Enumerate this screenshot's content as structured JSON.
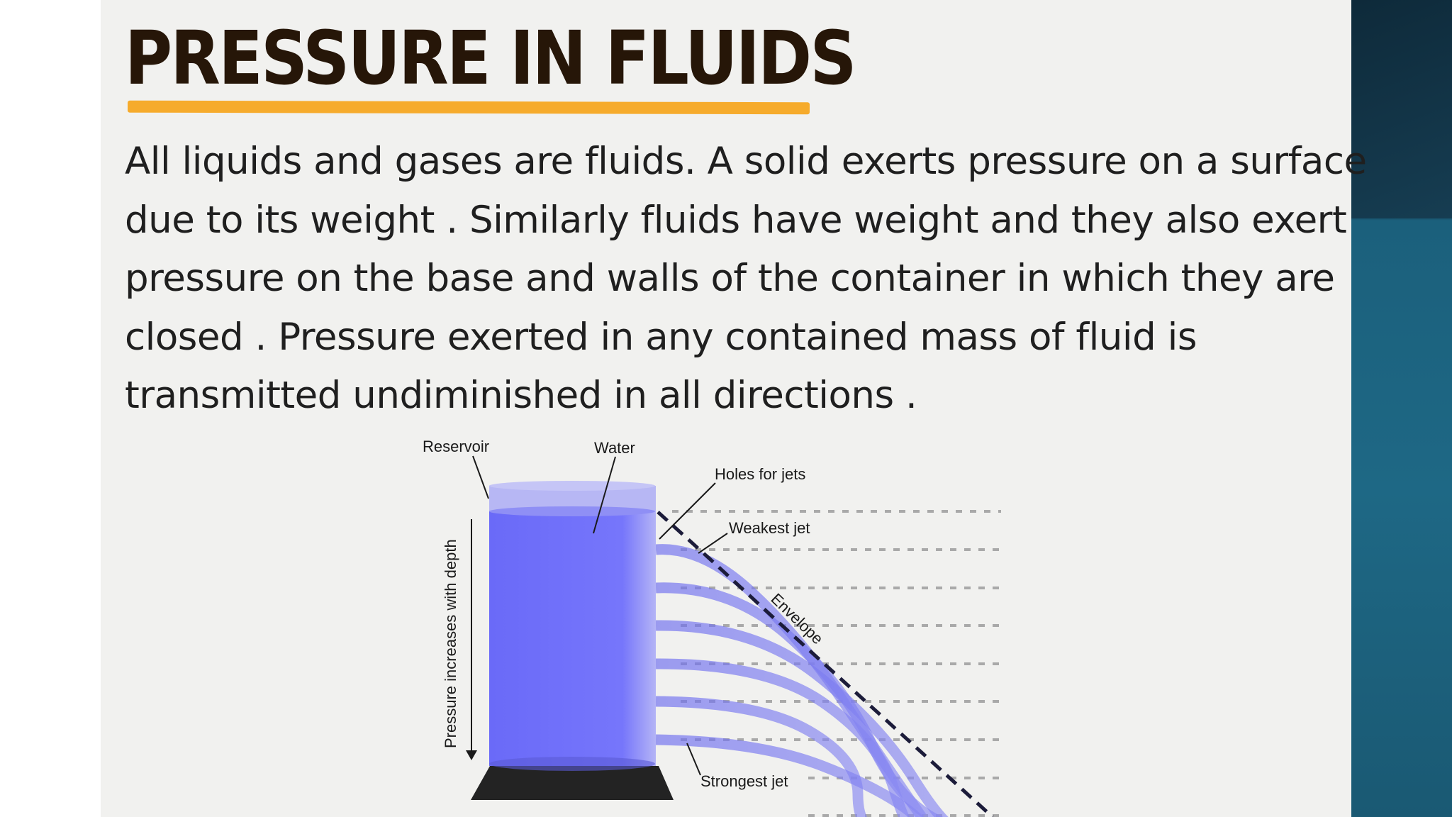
{
  "slide": {
    "title": "PRESSURE IN FLUIDS",
    "paragraph_lines": [
      "All liquids and gases are fluids. A solid exerts pressure on a surface",
      "due to its weight . Similarly fluids have weight and they also exert",
      "pressure on the base and walls of the container in which they are",
      "closed . Pressure exerted in any contained mass of fluid is",
      "transmitted undiminished in all directions ."
    ]
  },
  "diagram": {
    "labels": {
      "reservoir": "Reservoir",
      "water": "Water",
      "holes": "Holes for jets",
      "weakest": "Weakest jet",
      "envelope": "Envelope",
      "strongest": "Strongest jet",
      "pressure_axis": "Pressure increases with depth"
    }
  },
  "colors": {
    "title": "#261608",
    "underline": "#f6ab2c",
    "water": "#7373fb",
    "water_surface": "#b6b6f4",
    "jet": "#6e6ef0",
    "base": "#232323",
    "right_panel": "#1e6885"
  }
}
